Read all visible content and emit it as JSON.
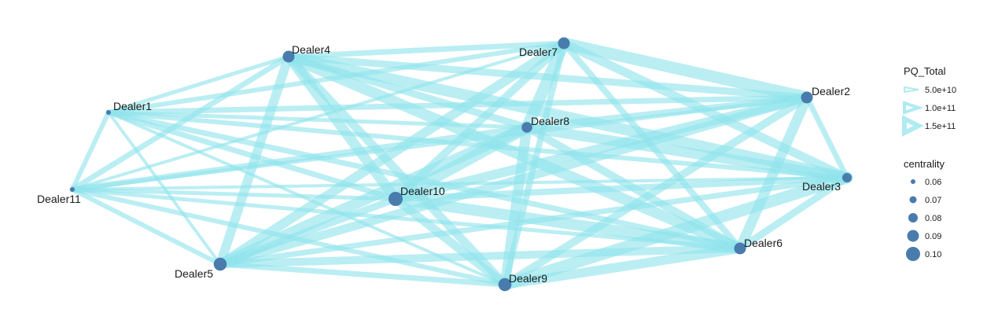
{
  "network": {
    "edge_color": "#8fe3ec",
    "node_color": "#4a7bad",
    "nodes": [
      {
        "id": "Dealer1",
        "label": "Dealer1",
        "centrality": 0.06
      },
      {
        "id": "Dealer2",
        "label": "Dealer2",
        "centrality": 0.09
      },
      {
        "id": "Dealer3",
        "label": "Dealer3",
        "centrality": 0.08
      },
      {
        "id": "Dealer4",
        "label": "Dealer4",
        "centrality": 0.09
      },
      {
        "id": "Dealer5",
        "label": "Dealer5",
        "centrality": 0.095
      },
      {
        "id": "Dealer6",
        "label": "Dealer6",
        "centrality": 0.09
      },
      {
        "id": "Dealer7",
        "label": "Dealer7",
        "centrality": 0.09
      },
      {
        "id": "Dealer8",
        "label": "Dealer8",
        "centrality": 0.085
      },
      {
        "id": "Dealer9",
        "label": "Dealer9",
        "centrality": 0.095
      },
      {
        "id": "Dealer10",
        "label": "Dealer10",
        "centrality": 0.1
      },
      {
        "id": "Dealer11",
        "label": "Dealer11",
        "centrality": 0.06
      }
    ]
  },
  "legend_pq": {
    "title": "PQ_Total",
    "items": [
      {
        "label": "5.0e+10",
        "value": 50000000000
      },
      {
        "label": "1.0e+11",
        "value": 100000000000
      },
      {
        "label": "1.5e+11",
        "value": 150000000000
      }
    ]
  },
  "legend_centrality": {
    "title": "centrality",
    "items": [
      {
        "label": "0.06",
        "value": 0.06
      },
      {
        "label": "0.07",
        "value": 0.07
      },
      {
        "label": "0.08",
        "value": 0.08
      },
      {
        "label": "0.09",
        "value": 0.09
      },
      {
        "label": "0.10",
        "value": 0.1
      }
    ]
  }
}
